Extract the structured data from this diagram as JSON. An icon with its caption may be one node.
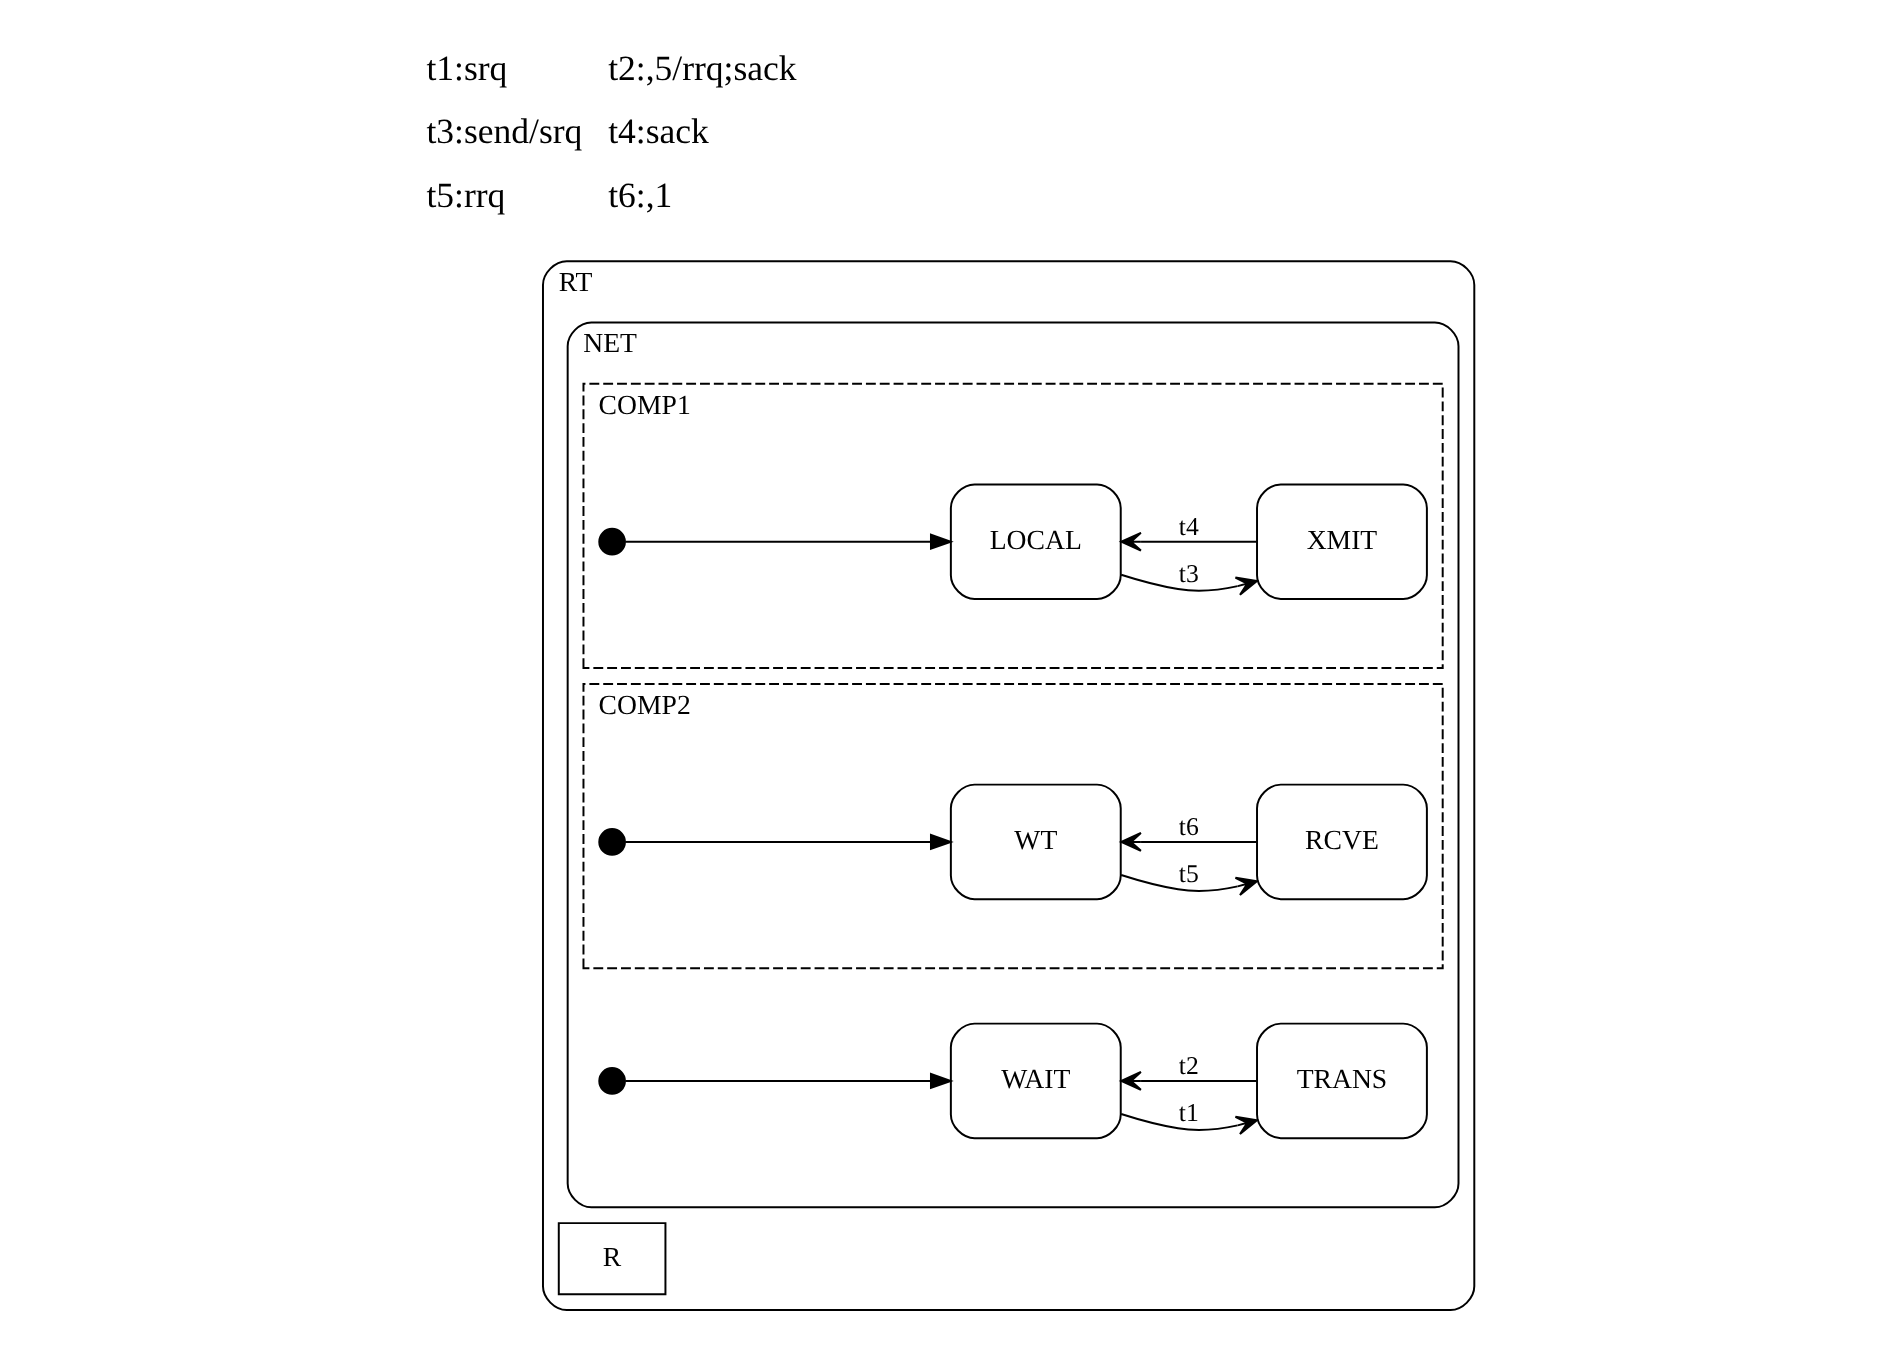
{
  "diagram": {
    "nodes": [
      {
        "text": [
          "RT"
        ]
      },
      {
        "text": [
          "R"
        ],
        "in": 0
      },
      {
        "text": [
          "NET"
        ],
        "in": 0
      },
      {
        "text": [],
        "shape": "circle",
        "in": 2
      },
      {
        "text": [
          "WAIT"
        ],
        "in": 2
      },
      {
        "text": [
          "TRANS"
        ],
        "in": 2
      },
      {
        "text": [
          "COMP1"
        ],
        "in": 2
      },
      {
        "text": [],
        "shape": "circle",
        "in": 6
      },
      {
        "text": [
          "LOCAL"
        ],
        "in": 6
      },
      {
        "text": [
          "XMIT"
        ],
        "in": 6
      },
      {
        "text": [
          "COMP2"
        ],
        "in": 2
      },
      {
        "text": [],
        "shape": "circle",
        "in": 10
      },
      {
        "text": [
          "WT"
        ],
        "in": 10
      },
      {
        "text": [
          "RCVE"
        ],
        "in": 10
      }
    ],
    "edges": [
      {
        "from": 3,
        "to": 4,
        "arrow": "to"
      },
      {
        "from": 4,
        "to": 5,
        "label": "t1",
        "arrow": "to"
      },
      {
        "from": 5,
        "to": 4,
        "label": "t2",
        "arrow": "to"
      },
      {
        "from": 7,
        "to": 8,
        "arrow": "to"
      },
      {
        "from": 8,
        "to": 9,
        "label": "t3",
        "arrow": "to"
      },
      {
        "from": 9,
        "to": 8,
        "label": "t4",
        "arrow": "to"
      },
      {
        "from": 11,
        "to": 12,
        "arrow": "to"
      },
      {
        "from": 12,
        "to": 13,
        "label": "t5",
        "arrow": "to"
      },
      {
        "from": 13,
        "to": 12,
        "label": "t6",
        "arrow": "to"
      }
    ],
    "labels": [
      "t1:srq",
      "t2:,5/rrq;sack",
      "t3:send/srq",
      "t4:sack",
      "t5:rrq",
      "t6:,1"
    ]
  }
}
